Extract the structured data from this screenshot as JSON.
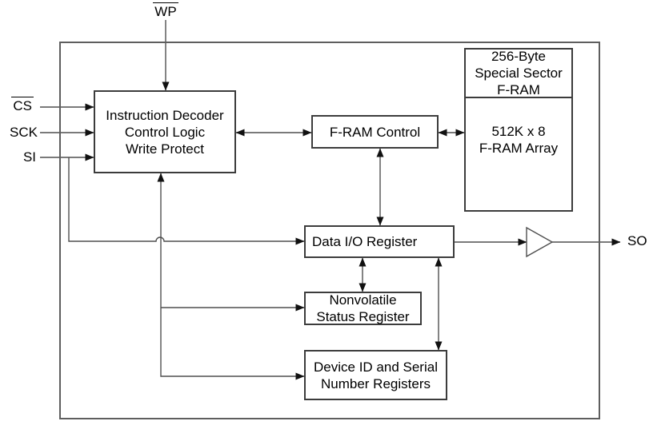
{
  "diagram": {
    "title": "F-RAM functional block diagram",
    "colors": {
      "background": "#ffffff",
      "wire": "#4f4f4f",
      "arrowhead": "#111111",
      "block_border": "#3c3c3c",
      "outer_border": "#5e5e5e",
      "text": "#000000"
    },
    "pins": {
      "wp": {
        "label": "WP",
        "overline": true
      },
      "cs": {
        "label": "CS",
        "overline": true
      },
      "sck": {
        "label": "SCK",
        "overline": false
      },
      "si": {
        "label": "SI",
        "overline": false
      },
      "so": {
        "label": "SO",
        "overline": false
      }
    },
    "blocks": {
      "instruction_decoder": {
        "lines": [
          "Instruction Decoder",
          "Control Logic",
          "Write Protect"
        ]
      },
      "fram_control": {
        "lines": [
          "F-RAM Control"
        ]
      },
      "special_sector": {
        "lines": [
          "256-Byte",
          "Special Sector",
          "F-RAM"
        ]
      },
      "fram_array": {
        "lines": [
          "512K x 8",
          "F-RAM Array"
        ]
      },
      "data_io_register": {
        "lines": [
          "Data I/O Register"
        ]
      },
      "nonvolatile_status": {
        "lines": [
          "Nonvolatile",
          "Status Register"
        ]
      },
      "device_id": {
        "lines": [
          "Device ID and Serial",
          "Number Registers"
        ]
      }
    },
    "connections": [
      "WP -> Instruction Decoder (down arrow)",
      "CS -> Instruction Decoder",
      "SCK -> Instruction Decoder",
      "SI -> Instruction Decoder",
      "SI branch -> Data I/O Register (hops over decoder net)",
      "Instruction Decoder <-> F-RAM Control (bidirectional)",
      "F-RAM Control <-> F-RAM Array (bidirectional)",
      "F-RAM Control <-> Data I/O Register (bidirectional)",
      "Instruction Decoder net -> Nonvolatile Status Register",
      "Instruction Decoder net -> Device ID and Serial Number Registers",
      "Data I/O Register <-> Nonvolatile Status Register (bidirectional)",
      "Data I/O Register <-> Device ID Registers (bidirectional)",
      "Data I/O Register -> output buffer -> SO"
    ]
  }
}
